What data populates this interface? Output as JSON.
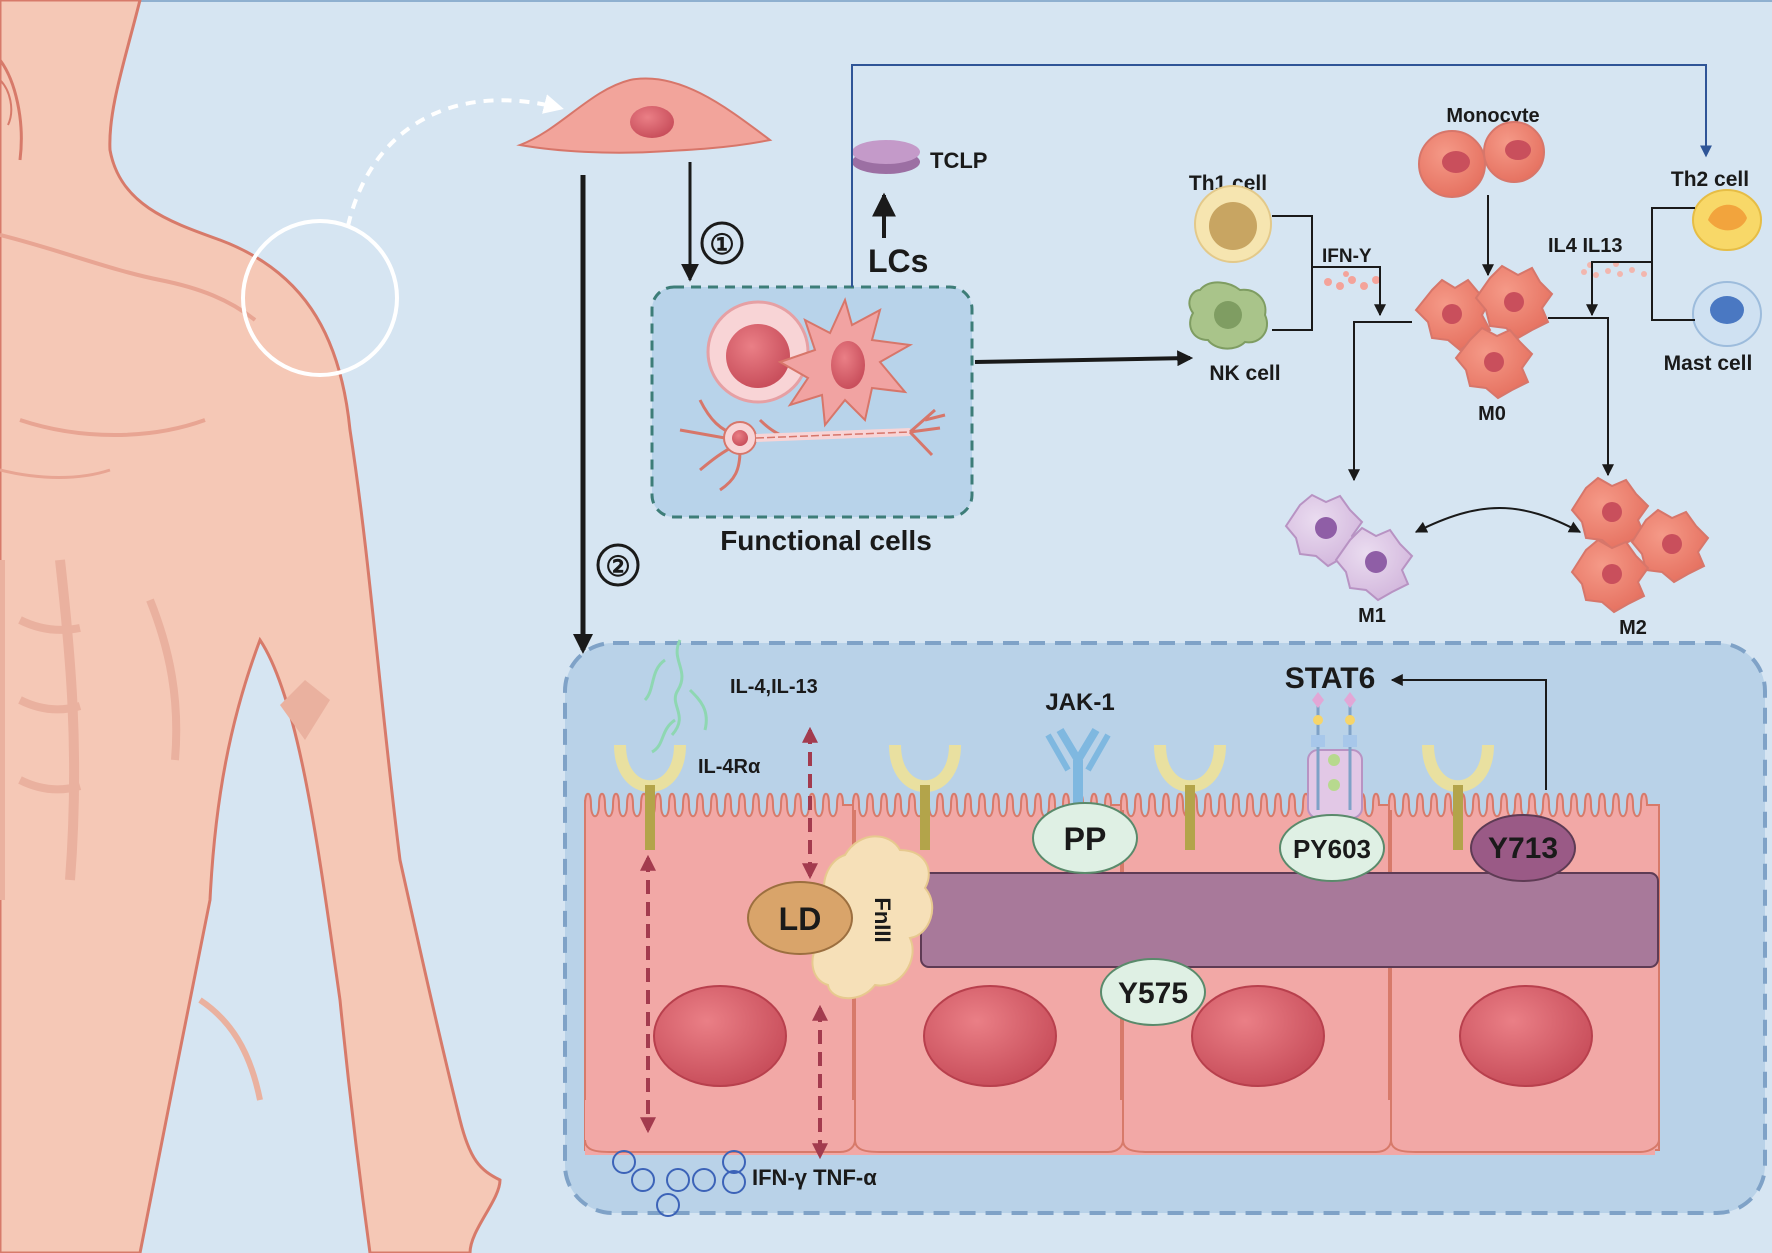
{
  "labels": {
    "tclp": "TCLP",
    "lcs": "LCs",
    "step1": "①",
    "step2": "②",
    "functional_cells": "Functional cells",
    "th1_cell": "Th1 cell",
    "nk_cell": "NK cell",
    "ifn_y": "IFN-Y",
    "monocyte": "Monocyte",
    "m0": "M0",
    "m1": "M1",
    "m2": "M2",
    "th2_cell": "Th2 cell",
    "mast_cell": "Mast cell",
    "il4_il13_top": "IL4 IL13",
    "il4_il13_tissue": "IL-4,IL-13",
    "il4ra": "IL-4Rα",
    "jak1": "JAK-1",
    "stat6": "STAT6",
    "pp": "PP",
    "py603": "PY603",
    "y713": "Y713",
    "y575": "Y575",
    "ld": "LD",
    "fniii": "FnIII",
    "ifn_tnf": "IFN-γ TNF-α"
  },
  "colors": {
    "background": "#d6e5f2",
    "skin": "#f5c8b6",
    "skin_outline": "#d77a6a",
    "epithelium": "#f2a8a6",
    "nucleus": "#d9616b",
    "receptor_bar": "#a8657f",
    "ld": "#d9a46a",
    "fniii": "#f6e0b8",
    "phospho_site": "#dff0e4",
    "y713": "#9a5a86",
    "arrow_dark": "#1a1a1a",
    "arrow_dashed": "#a33b4e",
    "tclp_disc": "#b58ab7",
    "pathway_line": "#2f5597"
  }
}
